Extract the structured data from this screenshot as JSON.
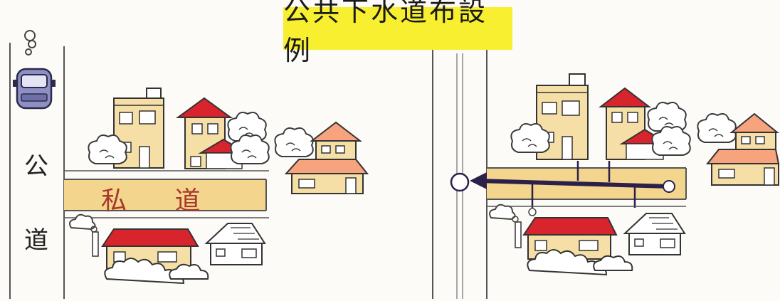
{
  "title": "公共下水道布設例",
  "left_panel": {
    "public_road_label_1": "公",
    "public_road_label_2": "道",
    "private_road_label": "私 道"
  },
  "colors": {
    "title_bg": "#f7ef2f",
    "road_fill": "#f3d58e",
    "road_text": "#a8382a",
    "roof_red": "#d8242c",
    "wall_beige": "#f6dfa6",
    "sewer_pipe": "#2c1f4a",
    "outline": "#3a3a3a"
  },
  "icons": [
    "car-icon",
    "exhaust-icon",
    "house-icon",
    "tree-icon",
    "manhole-icon",
    "flow-arrow-icon"
  ]
}
